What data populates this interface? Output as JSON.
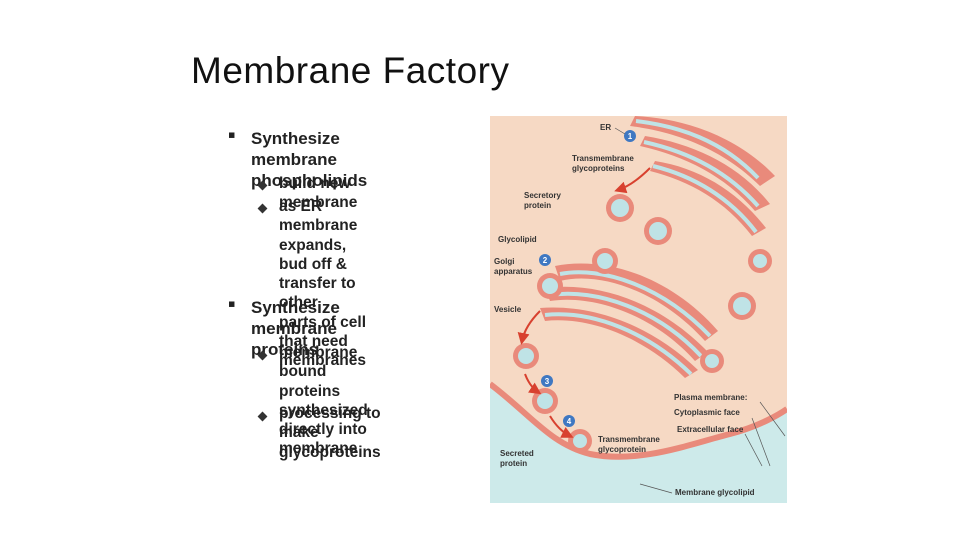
{
  "title": "Membrane Factory",
  "bullets": [
    {
      "text": "Synthesize membrane phospholipids",
      "lines": [
        "Synthesize membrane",
        "phospholipids"
      ],
      "sub": [
        {
          "lines": [
            "build new membrane"
          ]
        },
        {
          "lines": [
            "as ER membrane",
            "expands, bud off &",
            "transfer to other",
            "parts of cell that need",
            "membranes"
          ]
        }
      ]
    },
    {
      "text": "Synthesize membrane proteins",
      "lines": [
        "Synthesize membrane",
        "proteins"
      ],
      "sub": [
        {
          "lines": [
            "membrane bound",
            "proteins synthesized",
            "directly into membrane"
          ]
        },
        {
          "lines": [
            "processing to make",
            "glycoproteins"
          ]
        }
      ]
    }
  ],
  "figure": {
    "labels": {
      "er": "ER",
      "transmembrane_glyco_1": "Transmembrane",
      "transmembrane_glyco_2": "glycoproteins",
      "secretory_1": "Secretory",
      "secretory_2": "protein",
      "glycolipid": "Glycolipid",
      "golgi_1": "Golgi",
      "golgi_2": "apparatus",
      "vesicle": "Vesicle",
      "plasma_membrane": "Plasma membrane:",
      "cytoplasmic_face": "Cytoplasmic face",
      "extracellular_face": "Extracellular face",
      "transmembrane_glycoprotein_1": "Transmembrane",
      "transmembrane_glycoprotein_2": "glycoprotein",
      "secreted_1": "Secreted",
      "secreted_2": "protein",
      "membrane_glycolipid": "Membrane glycolipid"
    },
    "steps": [
      "1",
      "2",
      "3",
      "4"
    ],
    "colors": {
      "cytoplasm": "#f6d9c4",
      "membrane": "#e98a7b",
      "lumen": "#bfe3e6",
      "extracellular": "#cdeaea",
      "step_circle": "#3f78c2",
      "arrow": "#d8412f"
    }
  }
}
